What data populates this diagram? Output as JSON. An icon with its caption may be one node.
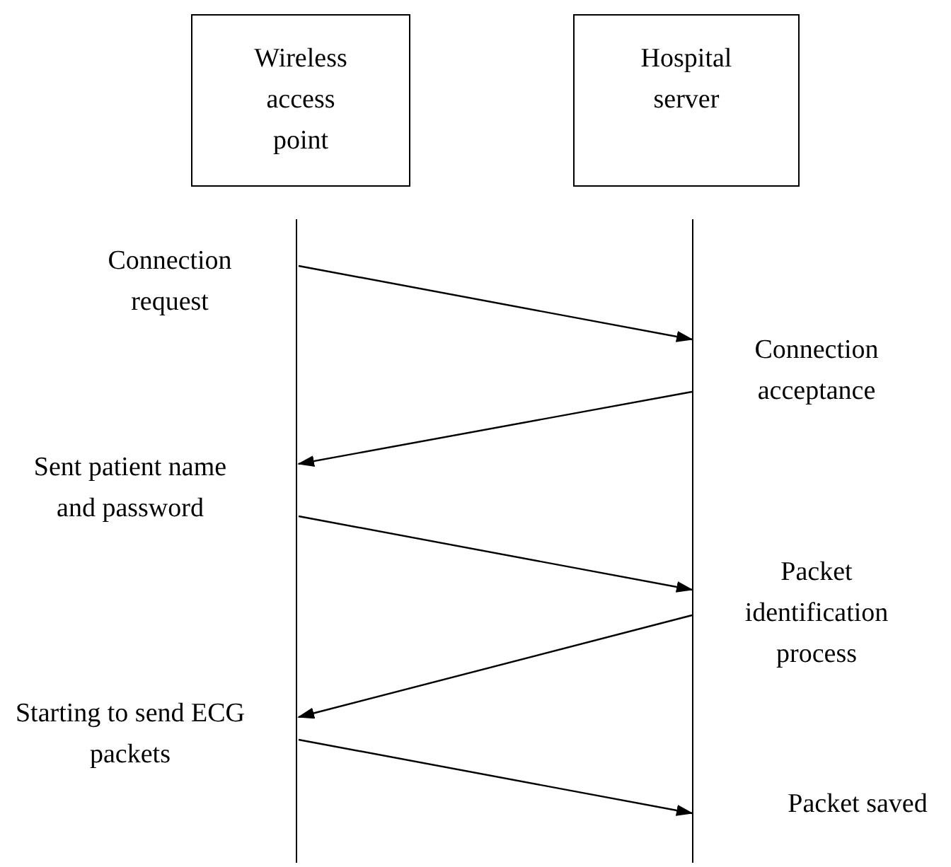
{
  "diagram": {
    "nodes": [
      {
        "text": [
          "Wireless access point"
        ]
      },
      {
        "text": [
          "Hospital server"
        ]
      },
      {
        "text": [],
        "shape": "bar"
      },
      {
        "text": [],
        "shape": "bar"
      }
    ],
    "edges": [
      {
        "from": 2,
        "to": 3,
        "arrow": "to"
      },
      {
        "from": 3,
        "to": 2,
        "arrow": "to"
      },
      {
        "from": 2,
        "to": 3,
        "arrow": "to"
      },
      {
        "from": 3,
        "to": 2,
        "arrow": "to"
      },
      {
        "from": 2,
        "to": 3,
        "arrow": "to"
      }
    ],
    "labels": [
      "Connection request",
      "Connection acceptance",
      "Sent patient name and password",
      "Packet identification process",
      "Starting to send ECG packets",
      "Packet saved"
    ]
  }
}
